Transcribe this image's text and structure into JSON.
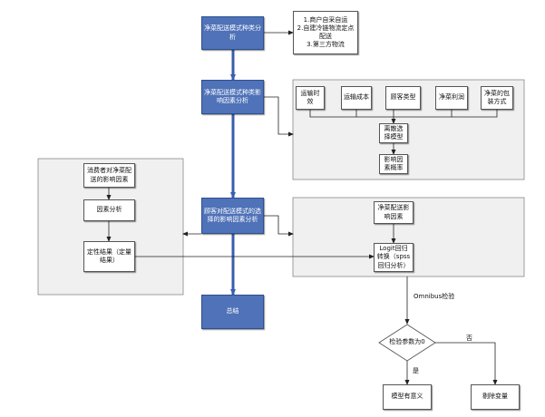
{
  "nodes": {
    "main1": "净菜配送模式种类分析",
    "main2": "净菜配送模式种类影响因素分析",
    "main3": "顾客对配送模式的选择的影响因素分析",
    "main4": "总结",
    "modes": "1.商户自采自运\n2.自建冷链物流定点配送\n3.第三方物流",
    "f1": "运输时效",
    "f2": "运输成本",
    "f3": "顾客类型",
    "f4": "净菜利润",
    "f5": "净菜的包装方式",
    "discrete": "离散选择模型",
    "prob": "影响因素概率",
    "consumer": "消费者对净菜配送的影响因素",
    "factor": "因素分析",
    "qual": "定性结果（定量结果）",
    "dist": "净菜配送影响因素",
    "logit": "Logit回归转换（spss回归分析）",
    "test": "检验参数为0",
    "meaningful": "模型有意义",
    "remove": "剔除变量"
  },
  "labels": {
    "omnibus": "Omnibus检验",
    "yes": "是",
    "no": "否"
  },
  "colors": {
    "blue_box": "#4f72b8",
    "blue_arrow": "#3a5dae",
    "panel": "#f0f0f0"
  }
}
